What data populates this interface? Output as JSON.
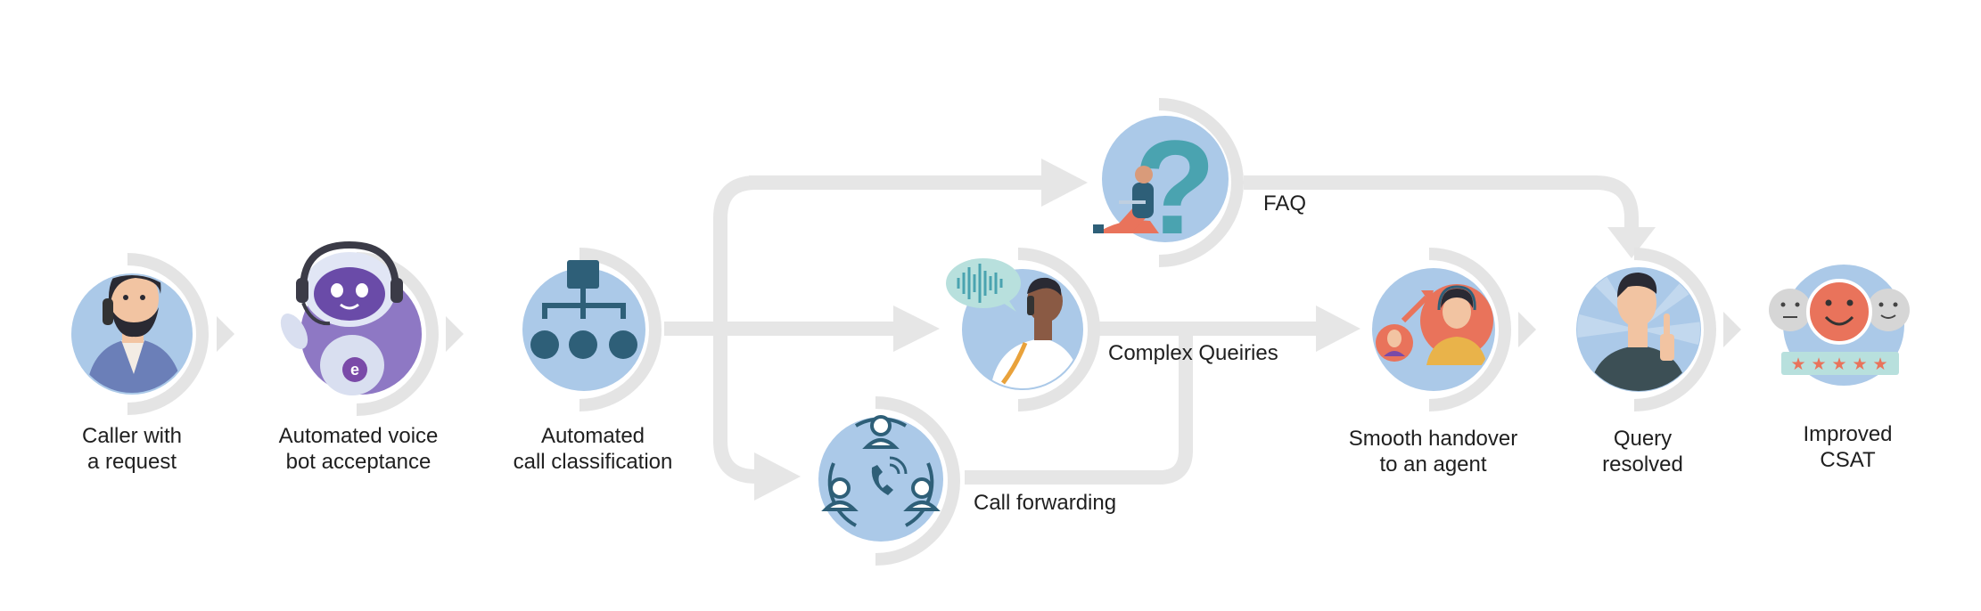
{
  "diagram": {
    "steps": [
      {
        "id": "caller",
        "label": "Caller with\na request",
        "icon": "caller-icon"
      },
      {
        "id": "bot",
        "label": "Automated voice\nbot acceptance",
        "icon": "voice-bot-icon"
      },
      {
        "id": "classify",
        "label": "Automated\ncall classification",
        "icon": "hierarchy-icon"
      },
      {
        "id": "faq",
        "label": "",
        "icon": "faq-question-icon"
      },
      {
        "id": "complex",
        "label": "",
        "icon": "person-on-call-icon"
      },
      {
        "id": "forward",
        "label": "",
        "icon": "call-forwarding-icon"
      },
      {
        "id": "handover",
        "label": "Smooth handover\nto an agent",
        "icon": "agent-handover-icon"
      },
      {
        "id": "resolved",
        "label": "Query\nresolved",
        "icon": "thumbs-up-icon"
      },
      {
        "id": "csat",
        "label": "Improved\nCSAT",
        "icon": "satisfaction-rating-icon"
      }
    ],
    "edge_labels": {
      "faq": "FAQ",
      "complex": "Complex Queiries",
      "forward": "Call forwarding"
    },
    "colors": {
      "connector": "#e6e6e6",
      "ring": "#e4e4e4",
      "circle_fill": "#abc9e8",
      "icon_dark": "#2e5f78",
      "faq_teal": "#4aa3b0",
      "accent_purple": "#7a4aa8",
      "accent_orange": "#e9735b",
      "star": "#e9735b"
    }
  }
}
